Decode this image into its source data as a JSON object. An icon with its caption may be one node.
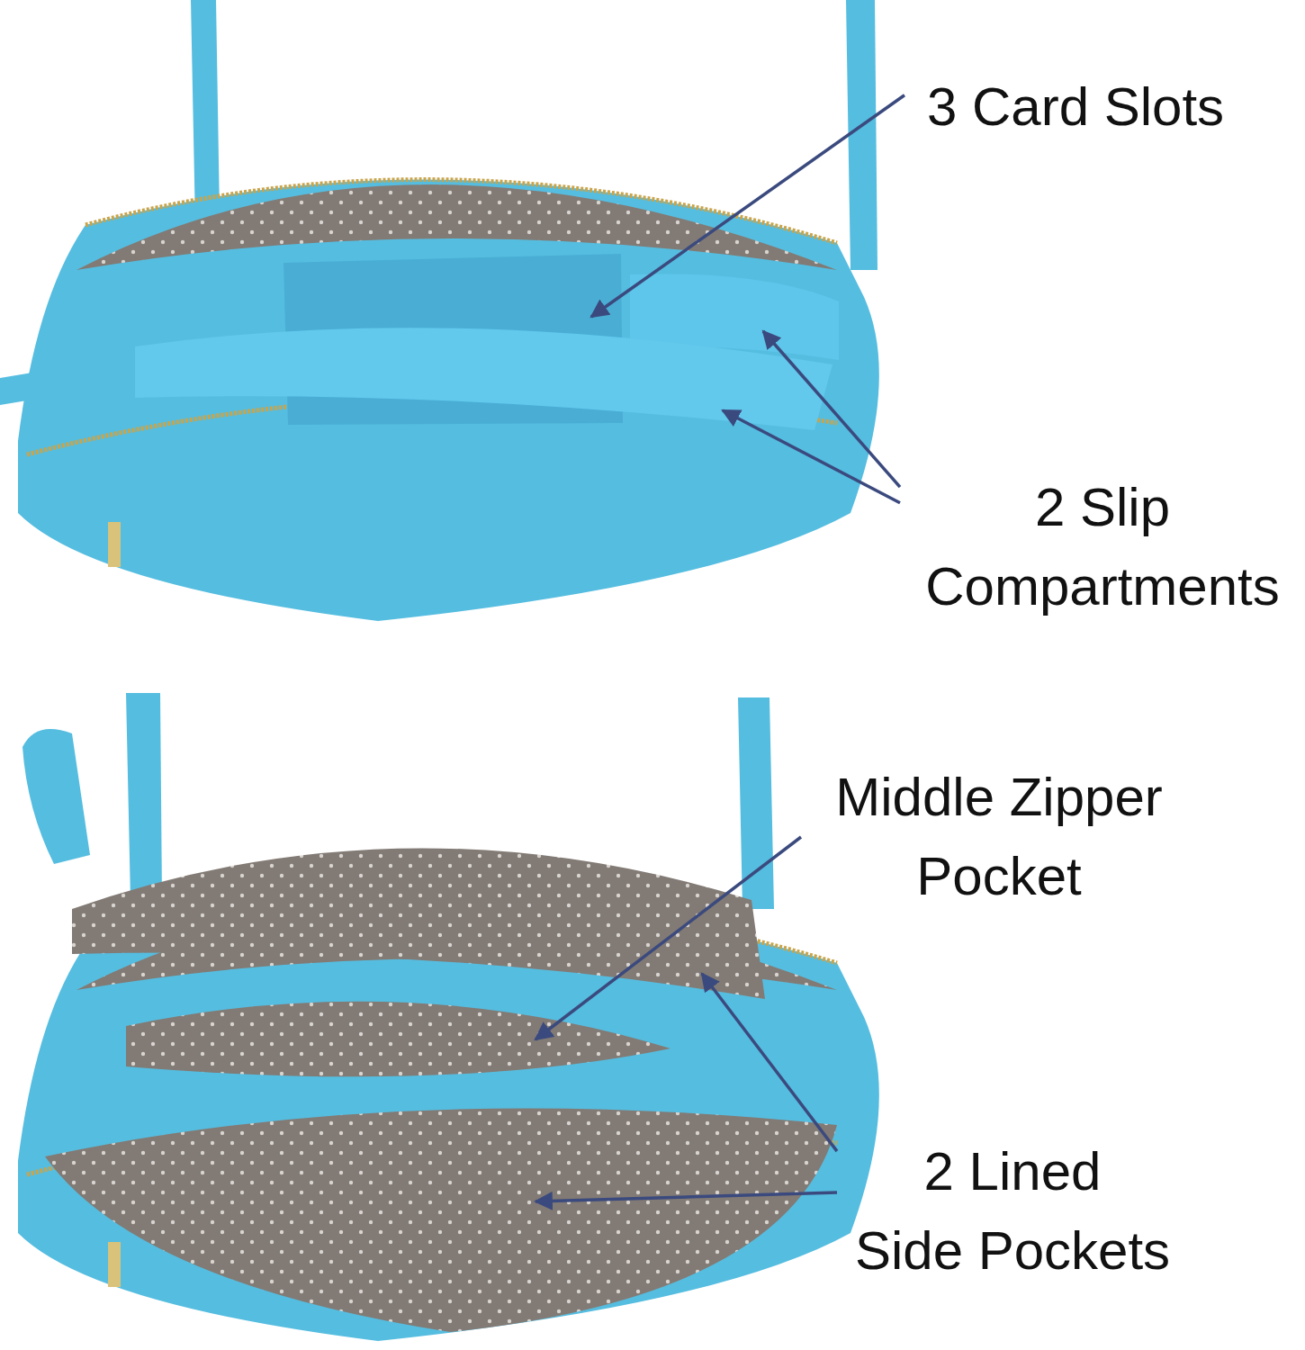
{
  "diagram": {
    "nodes": [
      {
        "text": [
          "3 Card Slots"
        ]
      },
      {
        "text": [],
        "shape": "box"
      },
      {
        "text": [
          "2 Slip Compartments"
        ]
      },
      {
        "text": [],
        "shape": "box"
      },
      {
        "text": [],
        "shape": "box"
      },
      {
        "text": [
          "Middle Zipper Pocket"
        ]
      },
      {
        "text": [],
        "shape": "box"
      },
      {
        "text": [
          "2 Lined Side Pockets"
        ]
      },
      {
        "text": [],
        "shape": "box"
      },
      {
        "text": [],
        "shape": "box"
      }
    ],
    "edges": [
      {
        "from": 0,
        "to": 1,
        "arrow": "to"
      },
      {
        "from": 2,
        "to": 3,
        "arrow": "to"
      },
      {
        "from": 2,
        "to": 4,
        "arrow": "to"
      },
      {
        "from": 5,
        "to": 6,
        "arrow": "to"
      },
      {
        "from": 7,
        "to": 8,
        "arrow": "to"
      },
      {
        "from": 7,
        "to": 9,
        "arrow": "to"
      }
    ]
  }
}
